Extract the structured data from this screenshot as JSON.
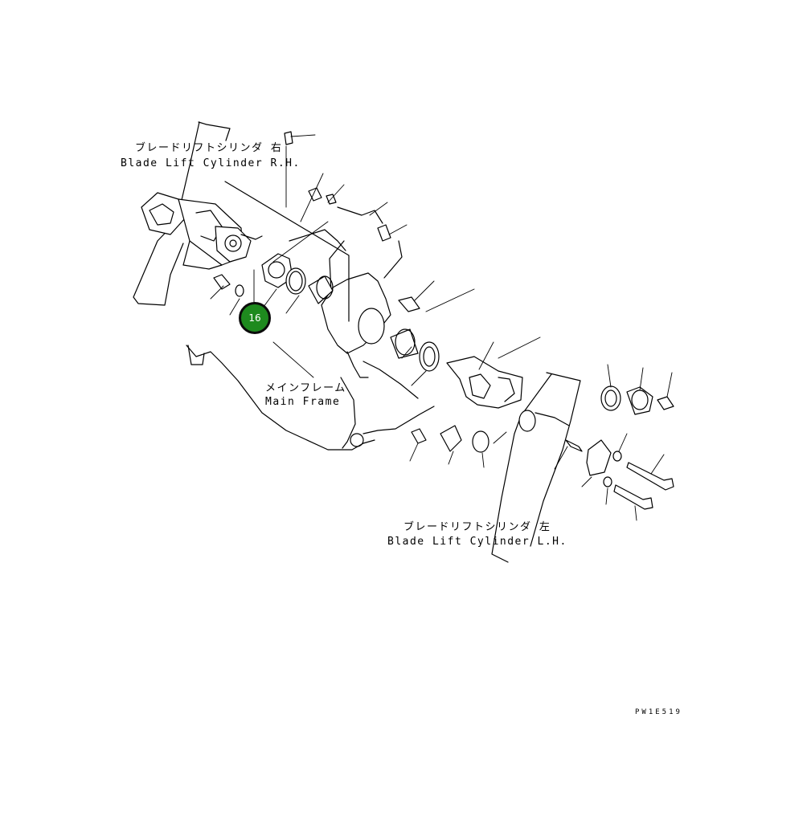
{
  "labels": {
    "rh_jp": "ブレードリフトシリンダ 右",
    "rh_en": "Blade Lift Cylinder R.H.",
    "main_jp": "メインフレーム",
    "main_en": "Main Frame",
    "lh_jp": "ブレードリフトシリンダ 左",
    "lh_en": "Blade Lift Cylinder L.H."
  },
  "callout": {
    "number": "16",
    "color": "#1e8a1e"
  },
  "drawing_code": "PW1E519"
}
